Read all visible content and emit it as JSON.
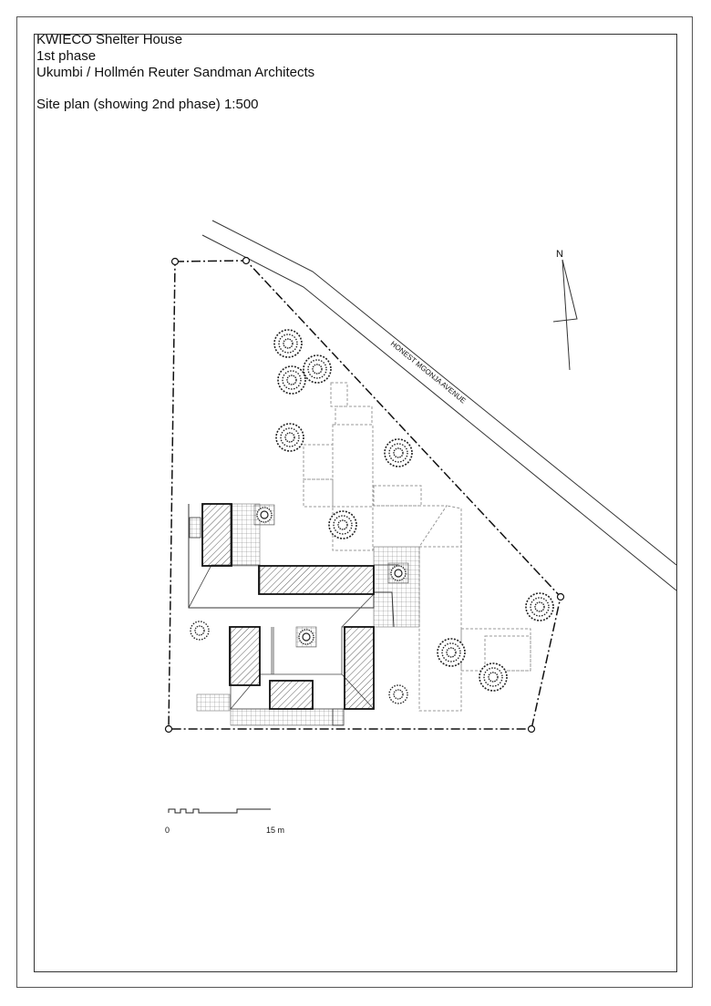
{
  "title_block": {
    "line1": "KWIECO Shelter House",
    "line2": "1st phase",
    "line3": "Ukumbi / Hollmén Reuter Sandman Architects",
    "line4": "Site plan  (showing 2nd phase) 1:500"
  },
  "plan": {
    "road_label": "HONEST MGONJA AVENUE",
    "north_label": "N",
    "scale_start": "0",
    "scale_end": "15 m"
  }
}
